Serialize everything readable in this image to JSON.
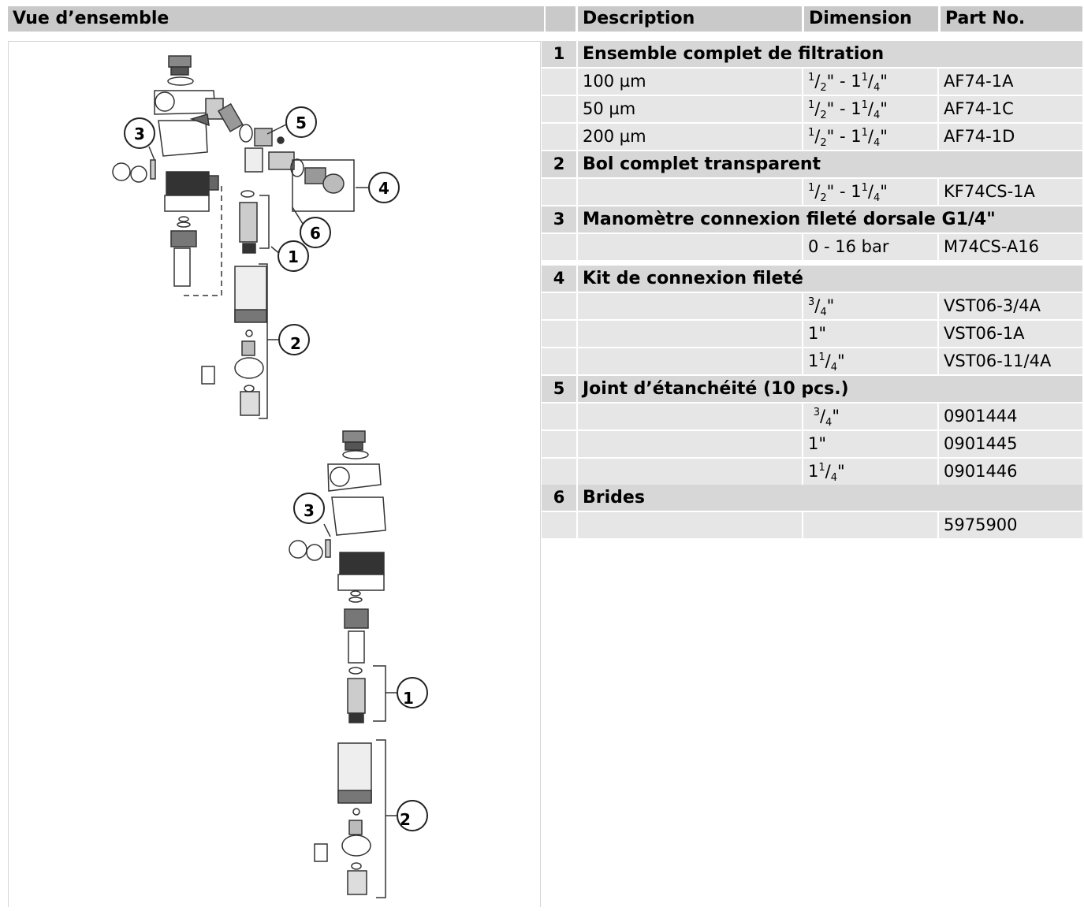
{
  "header": {
    "overview": "Vue d’ensemble",
    "description": "Description",
    "dimension": "Dimension",
    "part_no": "Part No."
  },
  "groups": [
    {
      "num": "1",
      "title": "Ensemble complet de filtration",
      "items": [
        {
          "desc": "100 µm",
          "dim": "1/2\" - 11/4\"",
          "part": "AF74-1A"
        },
        {
          "desc": "50 µm",
          "dim": "1/2\" - 11/4\"",
          "part": "AF74-1C"
        },
        {
          "desc": "200 µm",
          "dim": "1/2\" - 11/4\"",
          "part": "AF74-1D"
        }
      ]
    },
    {
      "num": "2",
      "title": "Bol complet transparent",
      "items": [
        {
          "desc": "",
          "dim": "1/2\" - 11/4\"",
          "part": "KF74CS-1A"
        }
      ]
    },
    {
      "num": "3",
      "title": "Manomètre connexion fileté dorsale G1/4\"",
      "items": [
        {
          "desc": "",
          "dim": "0 - 16 bar",
          "part": "M74CS-A16"
        }
      ]
    },
    {
      "num": "4",
      "title": "Kit de connexion fileté",
      "items": [
        {
          "desc": "",
          "dim": "3/4\"",
          "part": "VST06-3/4A"
        },
        {
          "desc": "",
          "dim": "1\"",
          "part": "VST06-1A"
        },
        {
          "desc": "",
          "dim": "11/4\"",
          "part": "VST06-11/4A"
        }
      ]
    },
    {
      "num": "5",
      "title": "Joint d’étanchéité (10 pcs.)",
      "items": [
        {
          "desc": "",
          "dim": "3/4\"",
          "part": "0901444"
        },
        {
          "desc": "",
          "dim": "1\"",
          "part": "0901445"
        },
        {
          "desc": "",
          "dim": "11/4\"",
          "part": "0901446"
        }
      ]
    },
    {
      "num": "6",
      "title": "Brides",
      "items": [
        {
          "desc": "",
          "dim": "",
          "part": "5975900"
        }
      ]
    }
  ],
  "dimensions": {
    "half_to_1quarter": {
      "a_sup": "1",
      "a_sub": "2",
      "mid": "\" - 1",
      "b_sup": "1",
      "b_sub": "4",
      "end": "\""
    },
    "three_quarter": {
      "sup": "3",
      "sub": "4",
      "end": "\""
    },
    "one_quarter": {
      "lead": "1",
      "sup": "1",
      "sub": "4",
      "end": "\""
    }
  },
  "callouts_top": [
    "1",
    "2",
    "3",
    "4",
    "5",
    "6"
  ],
  "callouts_bottom": [
    "1",
    "2",
    "3"
  ]
}
